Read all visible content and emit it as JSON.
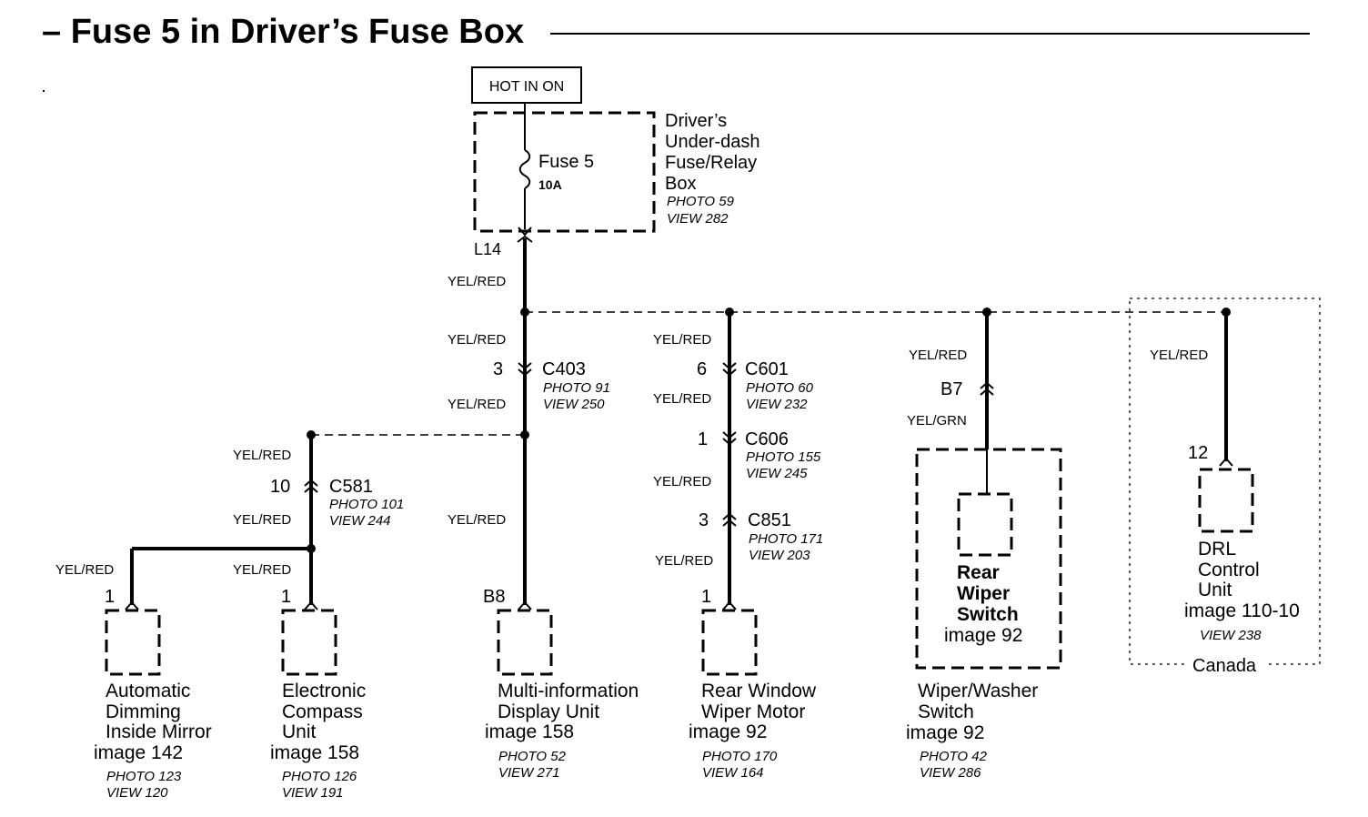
{
  "title": "– Fuse 5 in Driver’s Fuse Box",
  "hot_label": "HOT IN ON",
  "fusebox": {
    "fuse_name": "Fuse 5",
    "fuse_rating": "10A",
    "desc": [
      "Driver’s",
      "Under-dash",
      "Fuse/Relay",
      "Box"
    ],
    "photo": "PHOTO 59",
    "view": "VIEW 282",
    "terminal": "L14"
  },
  "wire_yel_red": "YEL/RED",
  "wire_yel_grn": "YEL/GRN",
  "connectors": {
    "c403": {
      "pin": "3",
      "name": "C403",
      "photo": "PHOTO 91",
      "view": "VIEW 250"
    },
    "c601": {
      "pin": "6",
      "name": "C601",
      "photo": "PHOTO 60",
      "view": "VIEW 232"
    },
    "c606": {
      "pin": "1",
      "name": "C606",
      "photo": "PHOTO 155",
      "view": "VIEW 245"
    },
    "c851": {
      "pin": "3",
      "name": "C851",
      "photo": "PHOTO 171",
      "view": "VIEW 203"
    },
    "c581": {
      "pin": "10",
      "name": "C581",
      "photo": "PHOTO 101",
      "view": "VIEW 244"
    },
    "b7": {
      "pin": "B7"
    }
  },
  "components": {
    "mirror": {
      "pin": "1",
      "lines": [
        "Automatic",
        "Dimming",
        "Inside Mirror"
      ],
      "image": "image 142",
      "photo": "PHOTO 123",
      "view": "VIEW 120"
    },
    "compass": {
      "pin": "1",
      "lines": [
        "Electronic",
        "Compass",
        "Unit"
      ],
      "image": "image 158",
      "photo": "PHOTO 126",
      "view": "VIEW 191"
    },
    "mid": {
      "pin": "B8",
      "lines": [
        "Multi-information",
        "Display Unit"
      ],
      "image": "image 158",
      "photo": "PHOTO 52",
      "view": "VIEW 271"
    },
    "wipermotor": {
      "pin": "1",
      "lines": [
        "Rear Window",
        "Wiper Motor"
      ],
      "image": "image 92",
      "photo": "PHOTO 170",
      "view": "VIEW 164"
    },
    "rearwiper": {
      "lines": [
        "Rear",
        "Wiper",
        "Switch"
      ],
      "image": "image 92"
    },
    "washer": {
      "lines": [
        "Wiper/Washer",
        "Switch"
      ],
      "image": "image 92",
      "photo": "PHOTO 42",
      "view": "VIEW 286"
    },
    "drl": {
      "pin": "12",
      "lines": [
        "DRL",
        "Control",
        "Unit"
      ],
      "image": "image 110-10",
      "view": "VIEW 238"
    }
  },
  "canada_label": "Canada"
}
